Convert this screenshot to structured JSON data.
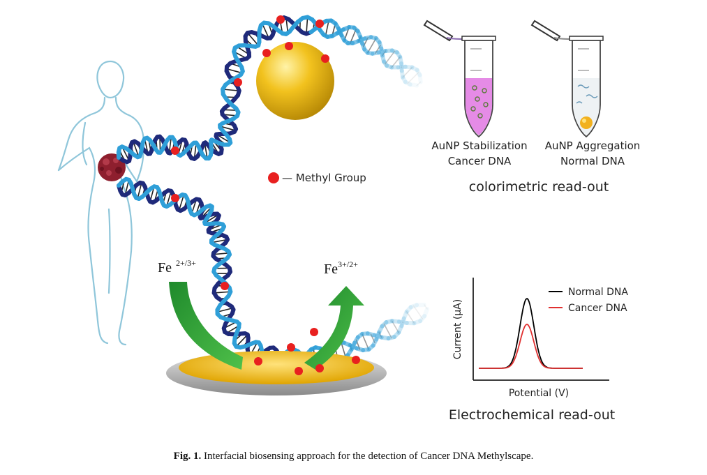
{
  "legend": {
    "methyl_label": "— Methyl Group"
  },
  "redox": {
    "left": "Fe",
    "left_sup": "2+/3+",
    "right": "Fe",
    "right_sup": "3+/2+"
  },
  "colorimetric": {
    "tube_left_line1": "AuNP Stabilization",
    "tube_left_line2": "Cancer DNA",
    "tube_right_line1": "AuNP Aggregation",
    "tube_right_line2": "Normal DNA",
    "title": "colorimetric read-out"
  },
  "electrochemical": {
    "title": "Electrochemical read-out",
    "xlabel": "Potential (V)",
    "ylabel": "Current (μA)",
    "legend": [
      "Normal DNA",
      "Cancer DNA"
    ]
  },
  "caption": {
    "label": "Fig. 1.",
    "text": " Interfacial biosensing approach for the detection of Cancer DNA Methylscape."
  },
  "colors": {
    "helix_dark": "#1f2a7a",
    "helix_light": "#2f9fd8",
    "methyl": "#e8201f",
    "gold": "#f2c21e",
    "arrow": "#2aa33a",
    "body_outline": "#8fc6da",
    "pink": "#e58be6",
    "normal_curve": "#000000",
    "cancer_curve": "#e03030"
  },
  "chart_data": {
    "type": "line",
    "title": "",
    "xlabel": "Potential (V)",
    "ylabel": "Current (μA)",
    "series": [
      {
        "name": "Normal DNA",
        "peak": 1.0
      },
      {
        "name": "Cancer DNA",
        "peak": 0.63
      }
    ]
  }
}
